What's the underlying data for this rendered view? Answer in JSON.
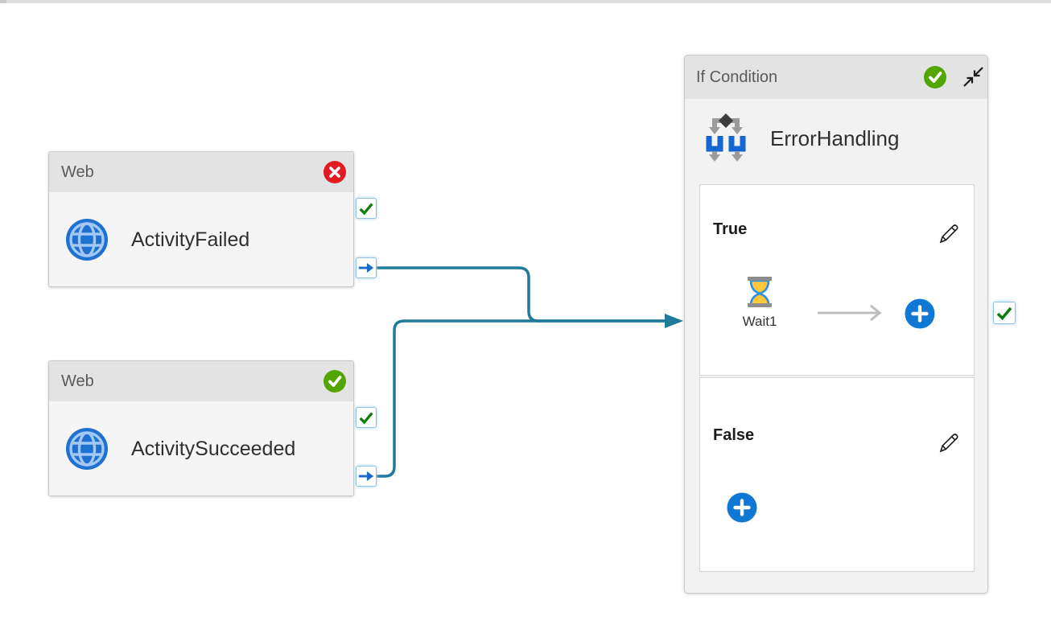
{
  "canvas": {
    "background": "#ffffff",
    "top_strip_color": "#dddddd"
  },
  "palette": {
    "connector_teal": "#1f7a9c",
    "success_green": "#53a500",
    "error_red": "#e11b22",
    "port_check_green": "#107c10",
    "port_arrow_blue": "#1b6ac9",
    "add_button_blue": "#0f78d4",
    "node_header_gray": "#e3e3e3",
    "node_body_gray": "#f5f5f5"
  },
  "activities": [
    {
      "type_label": "Web",
      "name": "ActivityFailed",
      "status": "failed",
      "status_icon": "error-x-badge",
      "type_icon": "globe-icon",
      "ports": [
        "success-check-port",
        "output-arrow-port"
      ]
    },
    {
      "type_label": "Web",
      "name": "ActivitySucceeded",
      "status": "succeeded",
      "status_icon": "success-check-badge",
      "type_icon": "globe-icon",
      "ports": [
        "success-check-port",
        "output-arrow-port"
      ]
    }
  ],
  "if_condition": {
    "type_label": "If Condition",
    "name": "ErrorHandling",
    "status": "succeeded",
    "status_icon": "success-check-badge",
    "header_icon": "collapse-icon",
    "type_icon": "if-condition-branch-icon",
    "branches": [
      {
        "label": "True",
        "edit_icon": "pencil-icon",
        "activities": [
          {
            "name": "Wait1",
            "icon": "hourglass-icon"
          }
        ],
        "add_button": "+"
      },
      {
        "label": "False",
        "edit_icon": "pencil-icon",
        "activities": [],
        "add_button": "+"
      }
    ],
    "port": "success-check-port"
  },
  "connections": [
    {
      "from": "ActivityFailed",
      "from_port": "output-arrow-port",
      "to": "ErrorHandling"
    },
    {
      "from": "ActivitySucceeded",
      "from_port": "output-arrow-port",
      "to": "ErrorHandling"
    }
  ]
}
